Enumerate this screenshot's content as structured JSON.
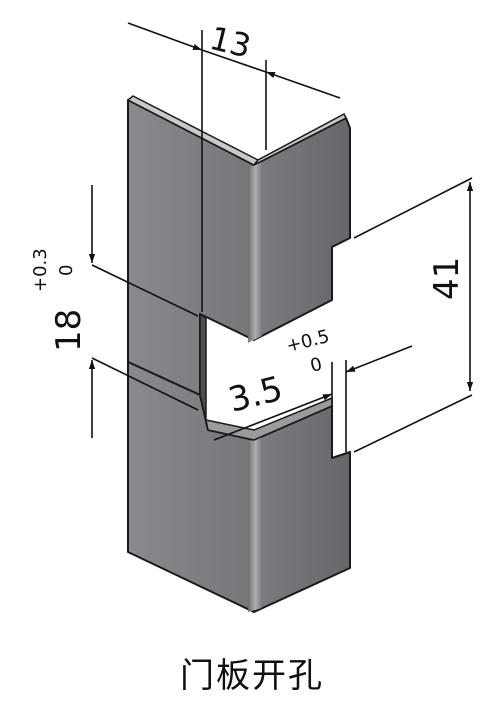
{
  "dimensions": {
    "width": "13",
    "height": "41",
    "slot_height": "18",
    "slot_height_tol_upper": "+0.3",
    "slot_height_tol_lower": "0",
    "slot_depth": "3.5",
    "slot_depth_tol_upper": "+0.5",
    "slot_depth_tol_lower": "0"
  },
  "caption": "门板开孔",
  "colors": {
    "left_face": "#7d7d81",
    "right_face": "#6b6b70",
    "edge": "#1a1a1a",
    "dimension_line": "#111111"
  }
}
